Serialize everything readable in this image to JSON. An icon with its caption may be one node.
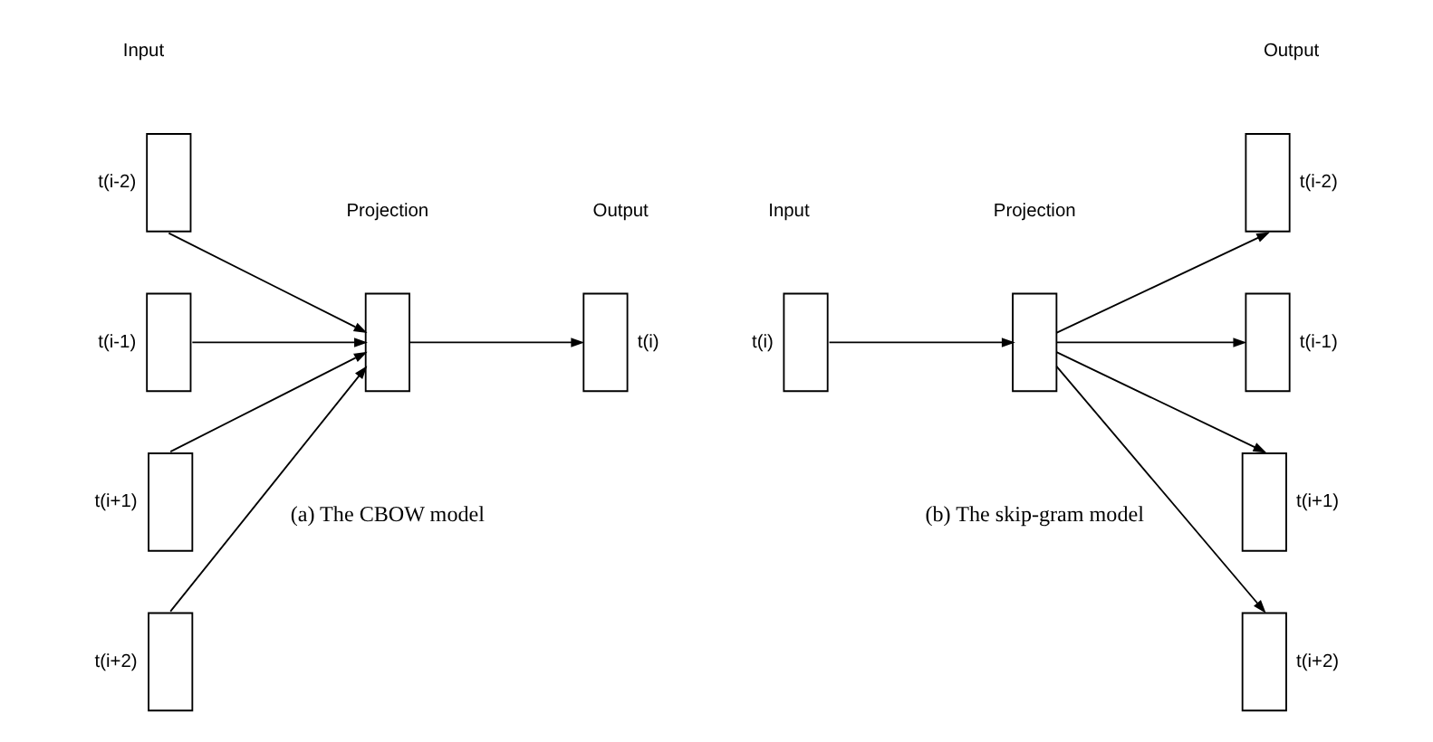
{
  "diagram": {
    "nodes": [
      {
        "text": [],
        "shape": "box",
        "beside": [
          "t(i-2)"
        ]
      },
      {
        "text": [],
        "shape": "box",
        "beside": [
          "t(i-1)"
        ]
      },
      {
        "text": [],
        "shape": "box",
        "beside": [
          "t(i+1)"
        ]
      },
      {
        "text": [],
        "shape": "box",
        "beside": [
          "t(i+2)"
        ]
      },
      {
        "text": [],
        "shape": "box"
      },
      {
        "text": [],
        "shape": "box",
        "beside": [
          "t(i)"
        ]
      },
      {
        "text": [],
        "shape": "box",
        "beside": [
          "t(i)"
        ]
      },
      {
        "text": [],
        "shape": "box"
      },
      {
        "text": [],
        "shape": "box",
        "beside": [
          "t(i-2)"
        ]
      },
      {
        "text": [],
        "shape": "box",
        "beside": [
          "t(i-1)"
        ]
      },
      {
        "text": [],
        "shape": "box",
        "beside": [
          "t(i+1)"
        ]
      },
      {
        "text": [],
        "shape": "box",
        "beside": [
          "t(i+2)"
        ]
      }
    ],
    "edges": [
      {
        "from": 0,
        "to": 4,
        "arrow": "to"
      },
      {
        "from": 1,
        "to": 4,
        "arrow": "to"
      },
      {
        "from": 2,
        "to": 4,
        "arrow": "to"
      },
      {
        "from": 3,
        "to": 4,
        "arrow": "to"
      },
      {
        "from": 4,
        "to": 5,
        "arrow": "to"
      },
      {
        "from": 6,
        "to": 7,
        "arrow": "to"
      },
      {
        "from": 7,
        "to": 8,
        "arrow": "to"
      },
      {
        "from": 7,
        "to": 9,
        "arrow": "to"
      },
      {
        "from": 7,
        "to": 10,
        "arrow": "to"
      },
      {
        "from": 7,
        "to": 11,
        "arrow": "to"
      }
    ],
    "labels": [
      "Input",
      "Projection",
      "Output",
      "Input",
      "Projection",
      "Output",
      "(a) The CBOW model",
      "(b) The skip-gram model"
    ]
  }
}
